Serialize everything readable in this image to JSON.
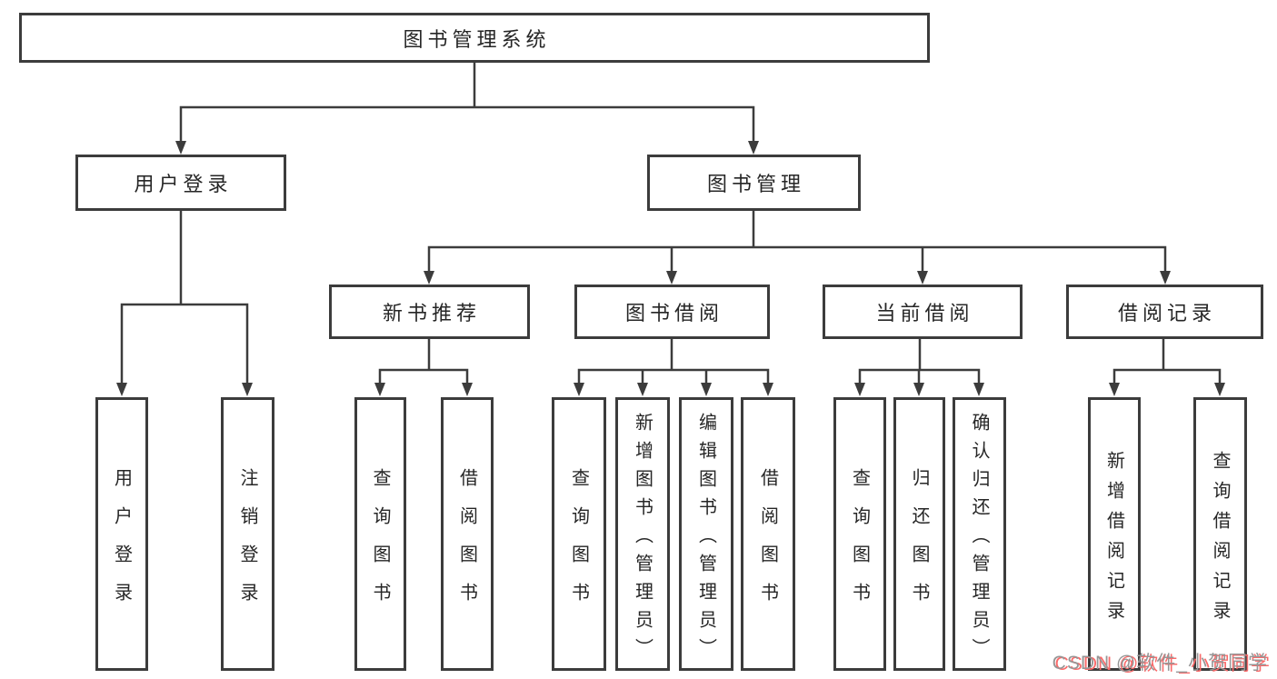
{
  "diagram": {
    "title": "图书管理系统",
    "colors": {
      "line": "#3c3c3c",
      "box_border": "#3c3c3c",
      "text": "#262626",
      "background": "#ffffff",
      "watermark_gray": "#969696",
      "watermark_red": "#fa6a6a"
    },
    "nodes": {
      "root": {
        "label": "图书管理系统"
      },
      "user_login": {
        "label": "用户登录"
      },
      "book_mgmt": {
        "label": "图书管理"
      },
      "new_book_rec": {
        "label": "新书推荐"
      },
      "book_borrow": {
        "label": "图书借阅"
      },
      "current_borrow": {
        "label": "当前借阅"
      },
      "borrow_records": {
        "label": "借阅记录"
      },
      "leaf_user_login": {
        "label": "用户登录"
      },
      "leaf_logout": {
        "label": "注销登录"
      },
      "leaf_query_book_new": {
        "label": "查询图书"
      },
      "leaf_borrow_book_new": {
        "label": "借阅图书"
      },
      "leaf_query_book_borrow": {
        "label": "查询图书"
      },
      "leaf_add_book": {
        "label": "新增图书（管理员）"
      },
      "leaf_edit_book": {
        "label": "编辑图书（管理员）"
      },
      "leaf_borrow_book_borrow": {
        "label": "借阅图书"
      },
      "leaf_query_book_current": {
        "label": "查询图书"
      },
      "leaf_return_book": {
        "label": "归还图书"
      },
      "leaf_confirm_return": {
        "label": "确认归还（管理员）"
      },
      "leaf_add_record": {
        "label": "新增借阅记录"
      },
      "leaf_query_record": {
        "label": "查询借阅记录"
      }
    },
    "watermark": {
      "text": "CSDN @软件_小贺同学"
    }
  }
}
